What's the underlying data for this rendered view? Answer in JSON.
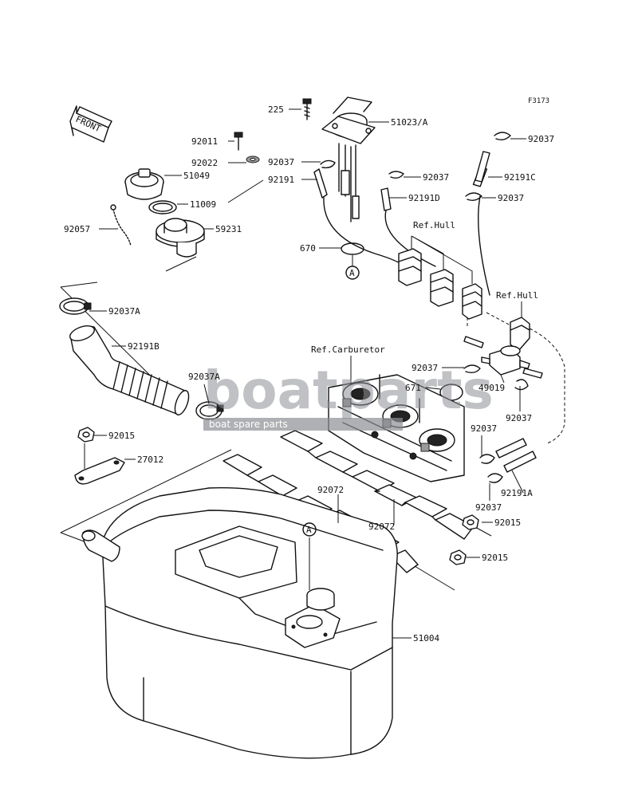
{
  "figure_id": "F3173",
  "front_arrow_text": "FRONT",
  "callout_marker": "A",
  "watermark": {
    "brand": "boatparts",
    "tagline": "boat spare parts"
  },
  "references": {
    "hull_top": "Ref.Hull",
    "hull_right": "Ref.Hull",
    "carburetor": "Ref.Carburetor"
  },
  "labels": {
    "p225": "225",
    "p51023A": "51023/A",
    "p92011": "92011",
    "p92022": "92022",
    "p51049": "51049",
    "p11009": "11009",
    "p92057": "92057",
    "p59231": "59231",
    "p92037_a": "92037",
    "p92191": "92191",
    "p92037_b": "92037",
    "p92191D": "92191D",
    "p92037_c": "92037",
    "p92191C": "92191C",
    "p92037_d": "92037",
    "p670": "670",
    "p92037A_1": "92037A",
    "p92191B": "92191B",
    "p92037A_2": "92037A",
    "p92037_e": "92037",
    "p671": "671",
    "p49019": "49019",
    "p92037_f": "92037",
    "p92037_g": "92037",
    "p92015_1": "92015",
    "p27012": "27012",
    "p92072_1": "92072",
    "p92072_2": "92072",
    "p92191A": "92191A",
    "p92037_h": "92037",
    "p92015_2": "92015",
    "p92015_3": "92015",
    "p51004": "51004"
  }
}
